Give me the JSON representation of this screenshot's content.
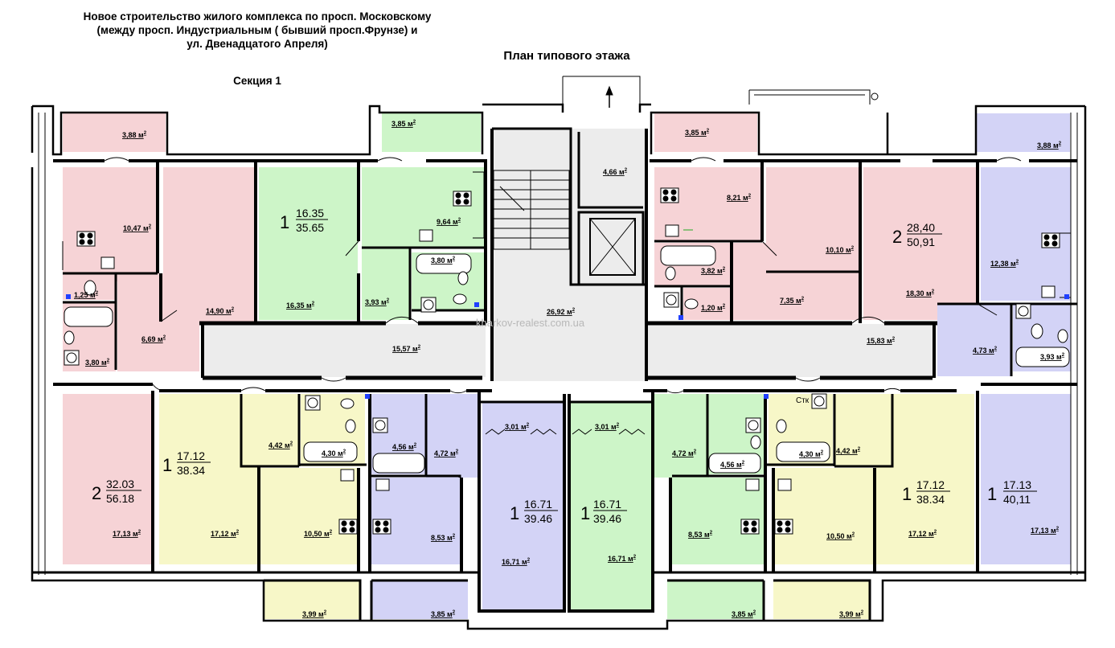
{
  "header": {
    "title_lines": [
      "Новое строительство жилого комплекса по просп. Московскому",
      "(между просп. Индустриальным ( бывший просп.Фрунзе) и",
      "ул. Двенадцатого Апреля)"
    ],
    "section": "Секция 1",
    "plan_title": "План типового этажа"
  },
  "watermark": "kharkov-realest.com.ua",
  "labels": {
    "stk": "Стк"
  },
  "colors": {
    "pink": "#f6d3d6",
    "green": "#cdf5c8",
    "yellow": "#f7f7c8",
    "lavender": "#d3d3f6",
    "common": "#ececec",
    "wall": "#000000"
  },
  "apartments": [
    {
      "num": "1",
      "living": "16.35",
      "total": "35.65"
    },
    {
      "num": "2",
      "living": "28,40",
      "total": "50,91"
    },
    {
      "num": "2",
      "living": "32.03",
      "total": "56.18"
    },
    {
      "num": "1",
      "living": "17.12",
      "total": "38.34"
    },
    {
      "num": "1",
      "living": "16.71",
      "total": "39.46"
    },
    {
      "num": "1",
      "living": "16.71",
      "total": "39.46"
    },
    {
      "num": "1",
      "living": "17.12",
      "total": "38.34"
    },
    {
      "num": "1",
      "living": "17.13",
      "total": "40,11"
    }
  ],
  "areas": [
    "3,88 м",
    "3,85 м",
    "3,85 м",
    "3,88 м",
    "4,66 м",
    "10,47 м",
    "1,25 м",
    "6,69 м",
    "3,80 м",
    "14,90 м",
    "16,35 м",
    "9,64 м",
    "3,80 м",
    "3,93 м",
    "8,21 м",
    "3,82 м",
    "1,20 м",
    "7,35 м",
    "10,10 м",
    "18,30 м",
    "12,38 м",
    "4,73 м",
    "3,93 м",
    "26,92 м",
    "15,57 м",
    "15,83 м",
    "17,13 м",
    "4,42 м",
    "4,30 м",
    "4,56 м",
    "4,72 м",
    "17,12 м",
    "10,50 м",
    "8,53 м",
    "3,01 м",
    "16,71 м",
    "3,01 м",
    "16,71 м",
    "4,72 м",
    "4,56 м",
    "8,53 м",
    "4,30 м",
    "4,42 м",
    "10,50 м",
    "17,12 м",
    "17,13 м",
    "3,99 м",
    "3,85 м",
    "3,85 м",
    "3,99 м"
  ]
}
